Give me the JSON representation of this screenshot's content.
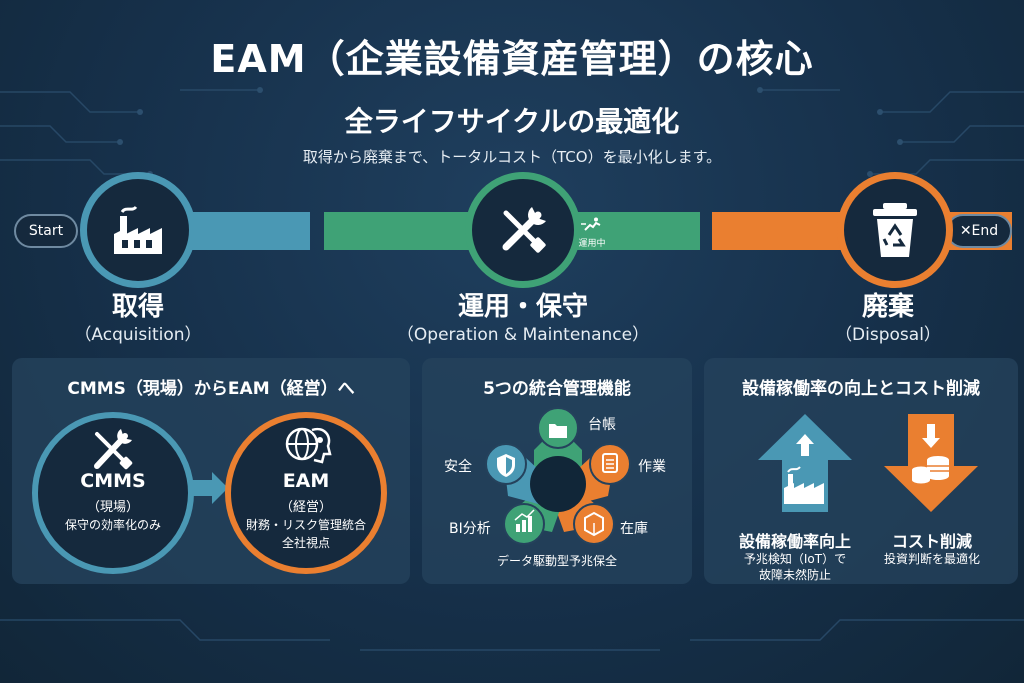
{
  "title": "EAM（企業設備資産管理）の核心",
  "subtitle": "全ライフサイクルの最適化",
  "subnote": "取得から廃棄まで、トータルコスト（TCO）を最小化します。",
  "timeline": {
    "start_label": "Start",
    "end_label": "✕End",
    "running_label": "運用中",
    "stages": [
      {
        "name": "取得",
        "sub": "（Acquisition）",
        "icon": "factory-icon",
        "color": "#4a98b4"
      },
      {
        "name": "運用・保守",
        "sub": "（Operation & Maintenance）",
        "icon": "wrench-screwdriver-icon",
        "color": "#3fa276"
      },
      {
        "name": "廃棄",
        "sub": "（Disposal）",
        "icon": "recycle-bin-icon",
        "color": "#ea7f30"
      }
    ]
  },
  "panel1": {
    "title": "CMMS（現場）からEAM（経営）へ",
    "cmms": {
      "head": "CMMS",
      "sub": "（現場）",
      "desc": "保守の効率化のみ"
    },
    "eam": {
      "head": "EAM",
      "sub": "（経営）",
      "desc1": "財務・リスク管理統合",
      "desc2": "全社視点"
    }
  },
  "panel2": {
    "title": "5つの統合管理機能",
    "functions": [
      {
        "label": "台帳",
        "icon": "folder-icon",
        "color": "#3fa276"
      },
      {
        "label": "作業",
        "icon": "clipboard-icon",
        "color": "#ea7f30"
      },
      {
        "label": "在庫",
        "icon": "box-icon",
        "color": "#ea7f30"
      },
      {
        "label": "BI分析",
        "icon": "chart-icon",
        "color": "#3fa276"
      },
      {
        "label": "安全",
        "icon": "shield-icon",
        "color": "#4a98b4"
      }
    ],
    "footer": "データ駆動型予兆保全"
  },
  "panel3": {
    "title": "設備稼働率の向上とコスト削減",
    "uptime": {
      "head": "設備稼働率向上",
      "desc1": "予兆検知（IoT）で",
      "desc2": "故障未然防止"
    },
    "cost": {
      "head": "コスト削減",
      "desc": "投資判断を最適化"
    }
  },
  "colors": {
    "blue": "#4a98b4",
    "green": "#3fa276",
    "orange": "#ea7f30",
    "background": "#16304a"
  }
}
